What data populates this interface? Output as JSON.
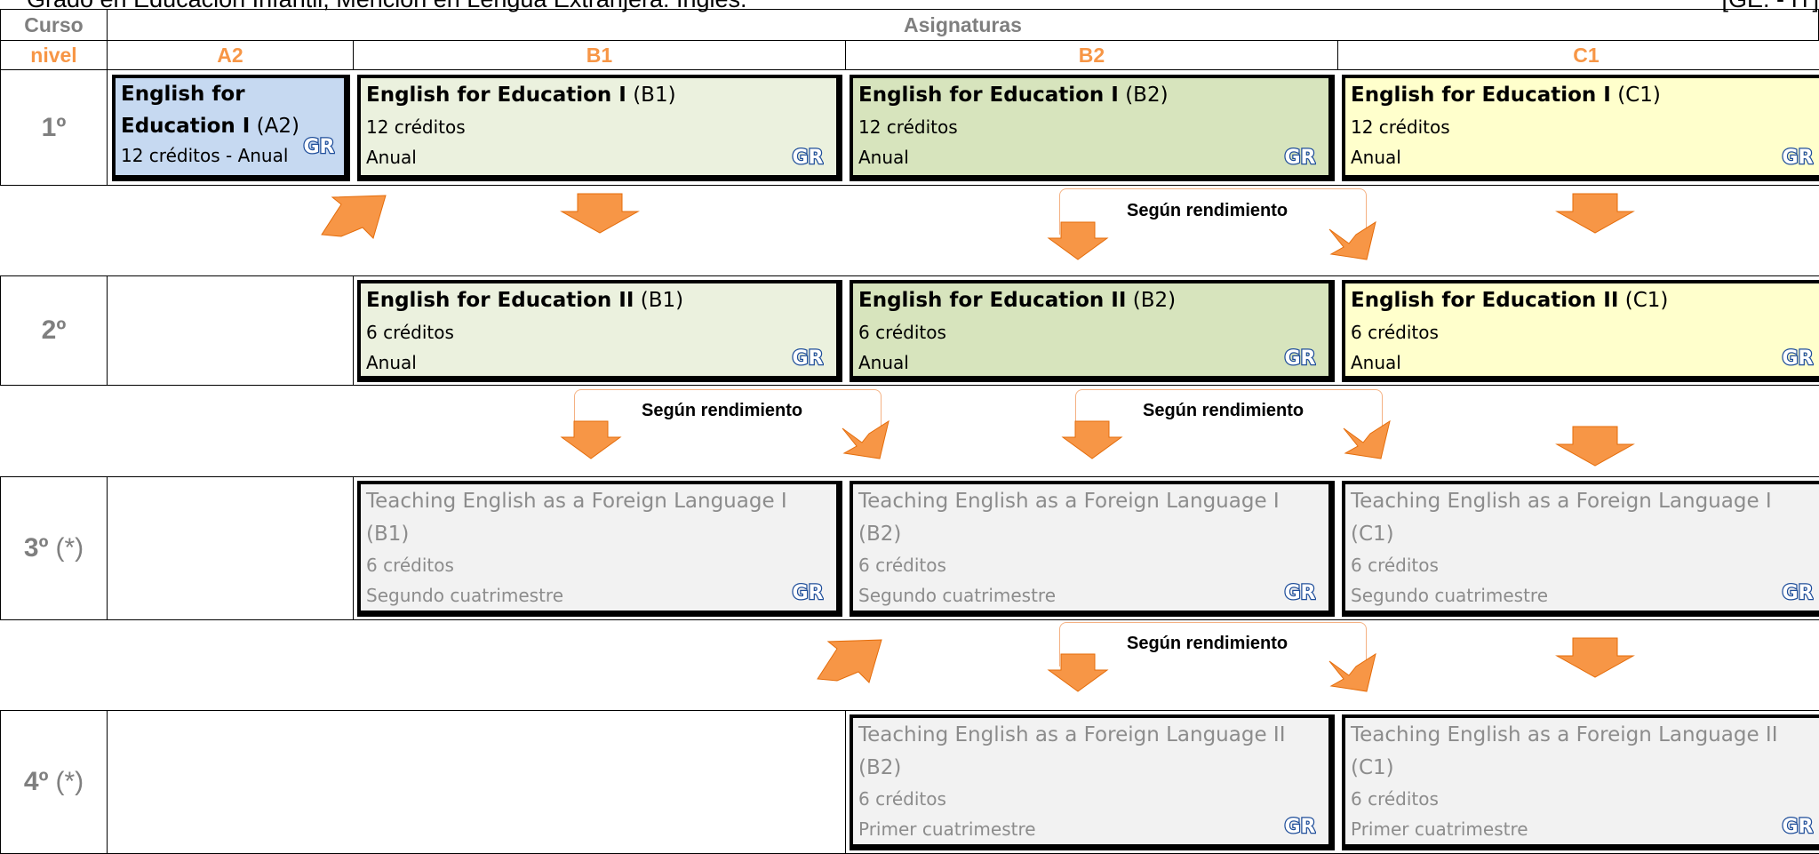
{
  "title": "Grado en Educación Infantil, Mención en Lengua Extranjera: Inglés.",
  "tag": "[GE. - IT]",
  "header": {
    "curso": "Curso",
    "asignaturas": "Asignaturas",
    "nivel": "nivel",
    "levels": [
      "A2",
      "B1",
      "B2",
      "C1"
    ]
  },
  "rows": [
    {
      "label": "1º",
      "suffix": ""
    },
    {
      "label": "2º",
      "suffix": ""
    },
    {
      "label": "3º",
      "suffix": "(*)"
    },
    {
      "label": "4º",
      "suffix": "(*)"
    }
  ],
  "cards": {
    "r1_a2": {
      "title": "English for",
      "title2": "Education I",
      "level": "(A2)",
      "line1": "12 créditos - Anual"
    },
    "r1_b1": {
      "title": "English for Education I",
      "level": "(B1)",
      "line1": "12 créditos",
      "line2": "Anual"
    },
    "r1_b2": {
      "title": "English for Education I",
      "level": "(B2)",
      "line1": "12 créditos",
      "line2": "Anual"
    },
    "r1_c1": {
      "title": "English for Education I",
      "level": "(C1)",
      "line1": "12 créditos",
      "line2": "Anual"
    },
    "r2_b1": {
      "title": "English for Education II",
      "level": "(B1)",
      "line1": "6 créditos",
      "line2": "Anual"
    },
    "r2_b2": {
      "title": "English for Education II",
      "level": "(B2)",
      "line1": "6 créditos",
      "line2": "Anual"
    },
    "r2_c1": {
      "title": "English for Education II",
      "level": "(C1)",
      "line1": "6 créditos",
      "line2": "Anual"
    },
    "r3_b1": {
      "title": "Teaching English as a Foreign Language I",
      "level": "(B1)",
      "line1": "6 créditos",
      "line2": "Segundo cuatrimestre"
    },
    "r3_b2": {
      "title": "Teaching English as a Foreign Language I",
      "level": "(B2)",
      "line1": "6 créditos",
      "line2": "Segundo cuatrimestre"
    },
    "r3_c1": {
      "title": "Teaching English as a Foreign Language I",
      "level": "(C1)",
      "line1": "6 créditos",
      "line2": "Segundo cuatrimestre"
    },
    "r4_b2": {
      "title": "Teaching English as a Foreign Language II",
      "level": "(B2)",
      "line1": "6 créditos",
      "line2": "Primer cuatrimestre"
    },
    "r4_c1": {
      "title": "Teaching English as a Foreign Language II",
      "level": "(C1)",
      "line1": "6 créditos",
      "line2": "Primer cuatrimestre"
    }
  },
  "gr_logo_text": "GR",
  "note": "Según rendimiento",
  "colors": {
    "orange": "#f79646",
    "blue": "#c6d9f1",
    "light_green": "#ebf1de",
    "green": "#d7e4bd",
    "yellow": "#ffffcc",
    "gray": "#f2f2f2"
  }
}
